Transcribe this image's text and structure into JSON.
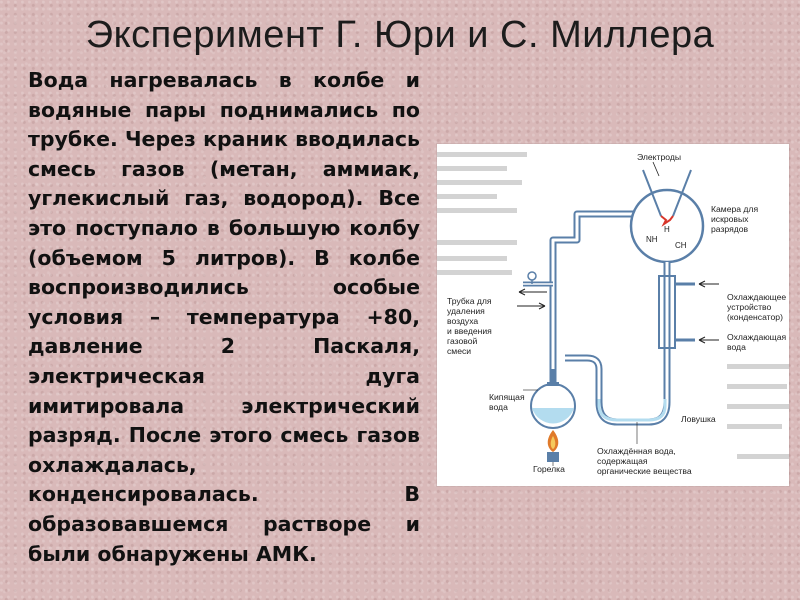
{
  "slide": {
    "title": "Эксперимент Г. Юри и С. Миллера",
    "paragraph_lines": [
      "Вода нагревалась в колбе и",
      "водяные пары поднимались по",
      "трубке. Через краник вводилась",
      "смесь газов (метан, аммиак,",
      "углекислый газ, водород). Все",
      "это поступало в большую колбу",
      "(объемом 5 литров). В колбе",
      "воспроизводились особые",
      "условия – температура +80,",
      "давление 2 Паскаля,",
      "электрическая дуга",
      "имитировала электрический",
      "разряд. После этого смесь газов",
      "охлаждалась,",
      "конденсировалась. В",
      "образовавшемся растворе и",
      "были обнаружены АМК."
    ]
  },
  "figure": {
    "labels": {
      "electrodes": "Электроды",
      "chamber": "Камера для\nискровых\nразрядов",
      "tube": "Трубка для\nудаления\nвоздуха\nи введения\nгазовой\nсмеси",
      "cooler": "Охлаждающее\nустройство\n(конденсатор)",
      "cooling_water": "Охлаждающая\nвода",
      "boiling_water": "Кипящая\nвода",
      "trap": "Ловушка",
      "burner": "Горелка",
      "cooled_water": "Охлаждённая вода,\nсодержащая\nорганические вещества"
    },
    "gases": [
      "NH",
      "H",
      "CH"
    ],
    "colors": {
      "tube": "#5a7fa8",
      "water": "#b3dcef",
      "flame": "#e07a2a",
      "spark": "#d8352a"
    }
  }
}
